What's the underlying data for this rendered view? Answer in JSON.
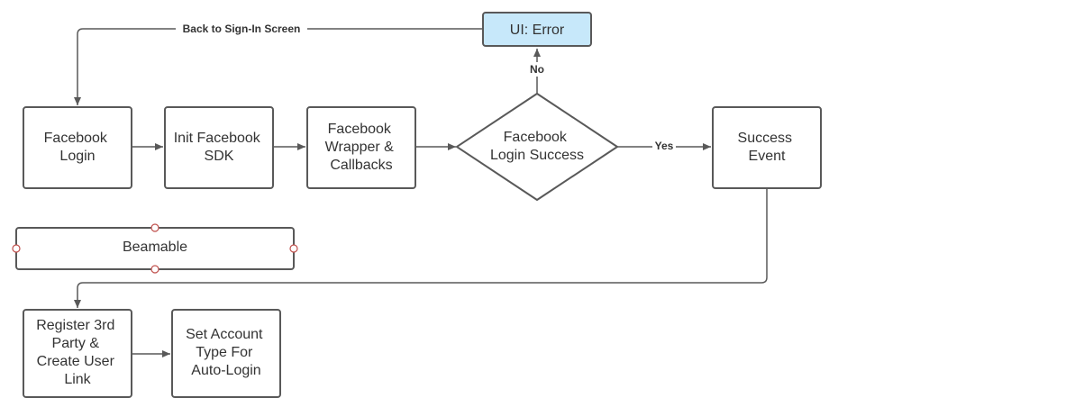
{
  "diagram": {
    "nodes": {
      "facebook_login": {
        "lines": [
          "Facebook",
          "Login"
        ]
      },
      "init_sdk": {
        "lines": [
          "Init Facebook",
          "SDK"
        ]
      },
      "wrapper": {
        "lines": [
          "Facebook",
          "Wrapper &",
          "Callbacks"
        ]
      },
      "login_success": {
        "lines": [
          "Facebook",
          "Login Success"
        ]
      },
      "success_event": {
        "lines": [
          "Success",
          "Event"
        ]
      },
      "ui_error": {
        "lines": [
          "UI: Error"
        ]
      },
      "beamable": {
        "lines": [
          "Beamable"
        ]
      },
      "register": {
        "lines": [
          "Register 3rd",
          "Party &",
          "Create User",
          "Link"
        ]
      },
      "set_account": {
        "lines": [
          "Set Account",
          "Type For",
          "Auto-Login"
        ]
      }
    },
    "edges": {
      "back_to_signin": "Back to Sign-In Screen",
      "no": "No",
      "yes": "Yes"
    },
    "colors": {
      "stroke": "#595959",
      "text": "#333333",
      "error_fill": "#c7e8fa",
      "handle_stroke": "#c0504d"
    }
  }
}
